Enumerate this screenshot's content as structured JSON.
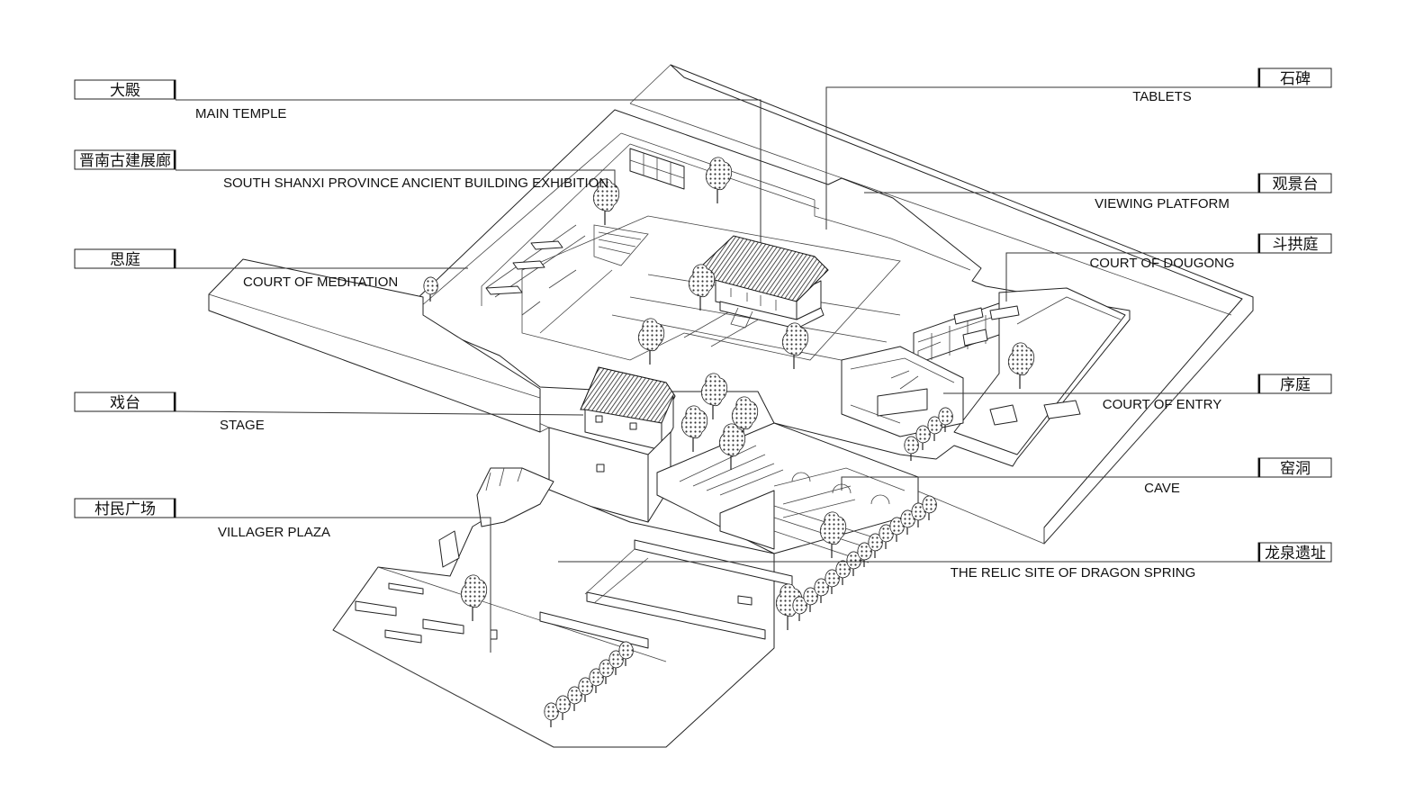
{
  "labels_left": [
    {
      "id": "main-temple",
      "zh": "大殿",
      "en": "MAIN TEMPLE"
    },
    {
      "id": "exhibition",
      "zh": "晋南古建展廊",
      "en": "SOUTH SHANXI PROVINCE ANCIENT BUILDING EXHIBITION"
    },
    {
      "id": "meditation",
      "zh": "思庭",
      "en": "COURT OF MEDITATION"
    },
    {
      "id": "stage",
      "zh": "戏台",
      "en": "STAGE"
    },
    {
      "id": "plaza",
      "zh": "村民广场",
      "en": "VILLAGER PLAZA"
    }
  ],
  "labels_right": [
    {
      "id": "tablets",
      "zh": "石碑",
      "en": "TABLETS"
    },
    {
      "id": "viewing",
      "zh": "观景台",
      "en": "VIEWING PLATFORM"
    },
    {
      "id": "dougong",
      "zh": "斗拱庭",
      "en": "COURT OF DOUGONG"
    },
    {
      "id": "entry",
      "zh": "序庭",
      "en": "COURT OF ENTRY"
    },
    {
      "id": "cave",
      "zh": "窑洞",
      "en": "CAVE"
    },
    {
      "id": "dragon",
      "zh": "龙泉遗址",
      "en": "THE RELIC SITE OF DRAGON SPRING"
    }
  ]
}
